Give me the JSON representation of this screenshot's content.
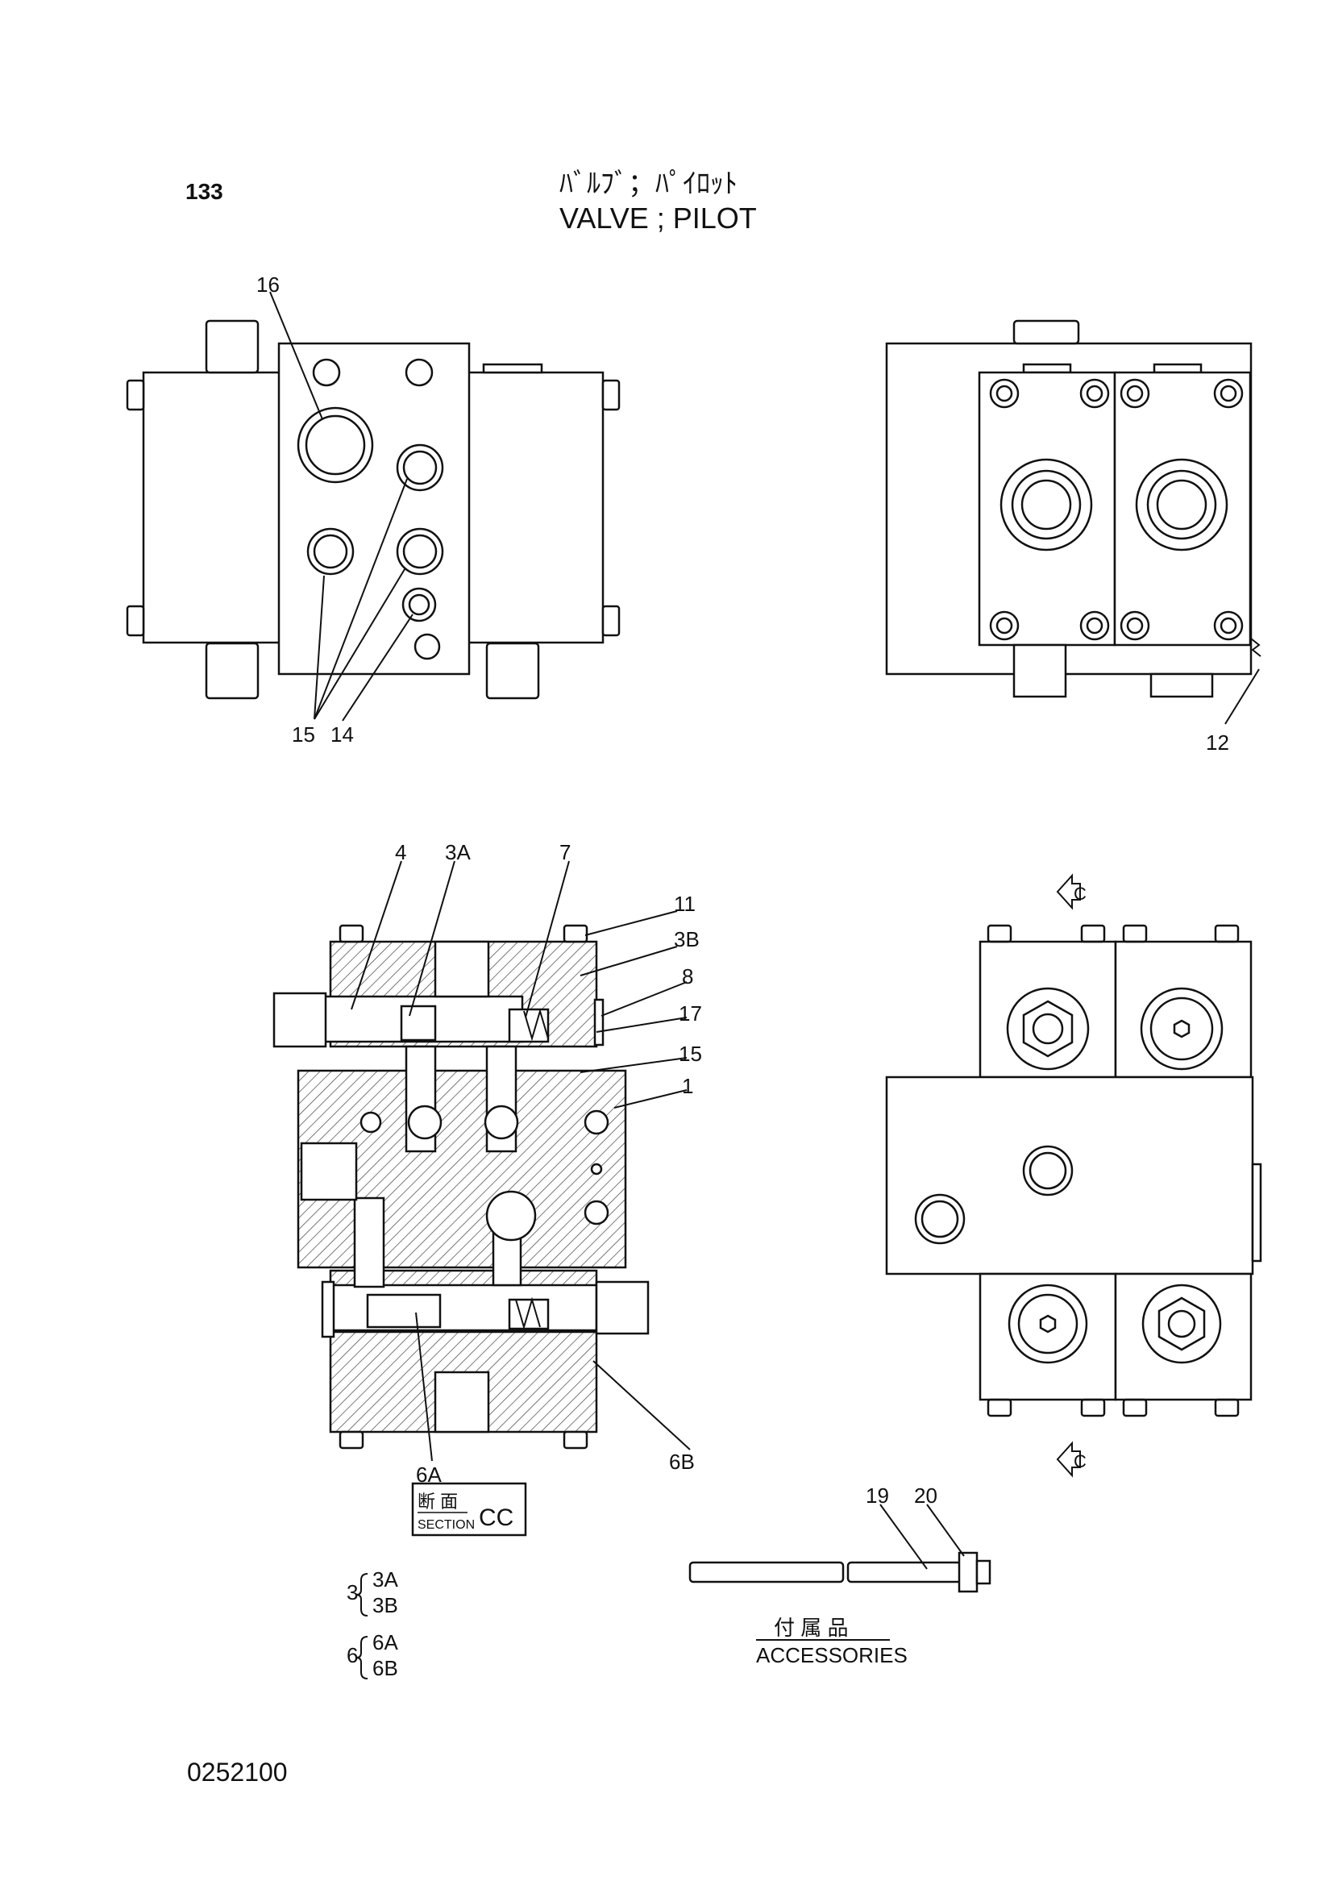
{
  "header": {
    "page_number": "133",
    "title_jp": "ﾊﾞﾙﾌﾞ；ﾊﾟｲﾛｯﾄ",
    "title_en": "VALVE ; PILOT"
  },
  "callouts": {
    "top_left": {
      "c16": "16",
      "c15": "15",
      "c14": "14"
    },
    "top_right": {
      "c12": "12"
    },
    "section": {
      "c4": "4",
      "c3a": "3A",
      "c7": "7",
      "c11": "11",
      "c3b": "3B",
      "c8": "8",
      "c17": "17",
      "c15": "15",
      "c1": "1",
      "c6a": "6A",
      "c6b": "6B"
    },
    "section_arrow": "C",
    "accessories": {
      "c19": "19",
      "c20": "20"
    }
  },
  "section_box": {
    "jp": "断 面",
    "en": "SECTION",
    "id": "CC"
  },
  "legend": {
    "group3": {
      "number": "3",
      "items": [
        "3A",
        "3B"
      ]
    },
    "group6": {
      "number": "6",
      "items": [
        "6A",
        "6B"
      ]
    }
  },
  "accessories_label": {
    "jp": "付 属 品",
    "en": "ACCESSORIES"
  },
  "footer": {
    "doc_code": "0252100"
  }
}
